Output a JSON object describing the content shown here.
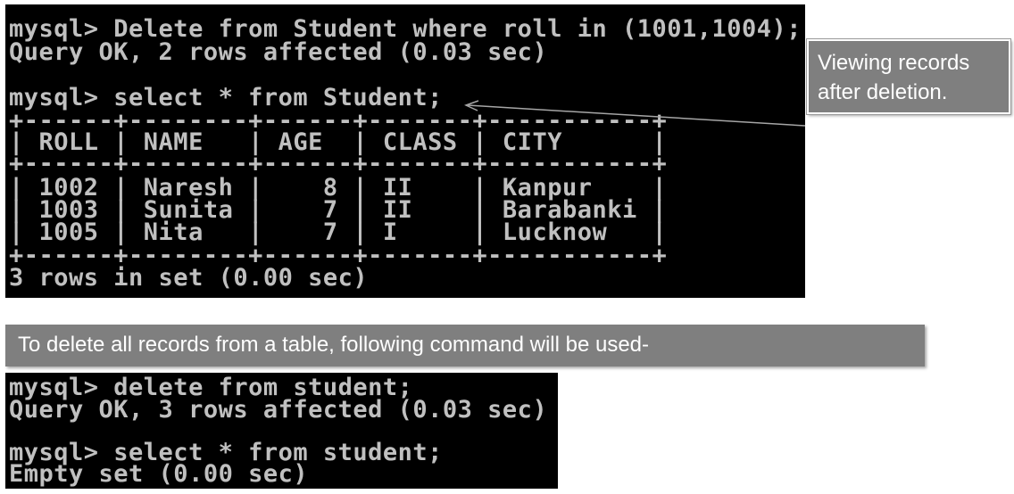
{
  "top_console": {
    "lines": [
      "mysql> Delete from Student where roll in (1001,1004);",
      "Query OK, 2 rows affected (0.03 sec)",
      "",
      "mysql> select * from Student;",
      "+------+--------+------+-------+-----------+",
      "| ROLL | NAME   | AGE  | CLASS | CITY      |",
      "+------+--------+------+-------+-----------+",
      "| 1002 | Naresh |    8 | II    | Kanpur    |",
      "| 1003 | Sunita |    7 | II    | Barabanki |",
      "| 1005 | Nita   |    7 | I     | Lucknow   |",
      "+------+--------+------+-------+-----------+",
      "3 rows in set (0.00 sec)"
    ]
  },
  "callout": {
    "line1": "Viewing records",
    "line2": "after deletion."
  },
  "banner": {
    "text": "To delete all records from a table, following command will be used-"
  },
  "bottom_console": {
    "lines": [
      "mysql> delete from student;",
      "Query OK, 3 rows affected (0.03 sec)",
      "",
      "mysql> select * from student;",
      "Empty set (0.00 sec)"
    ]
  },
  "colors": {
    "console_bg": "#000000",
    "console_text": "#c0c0c0",
    "callout_bg": "#7f7f7f",
    "callout_text": "#ffffff"
  }
}
